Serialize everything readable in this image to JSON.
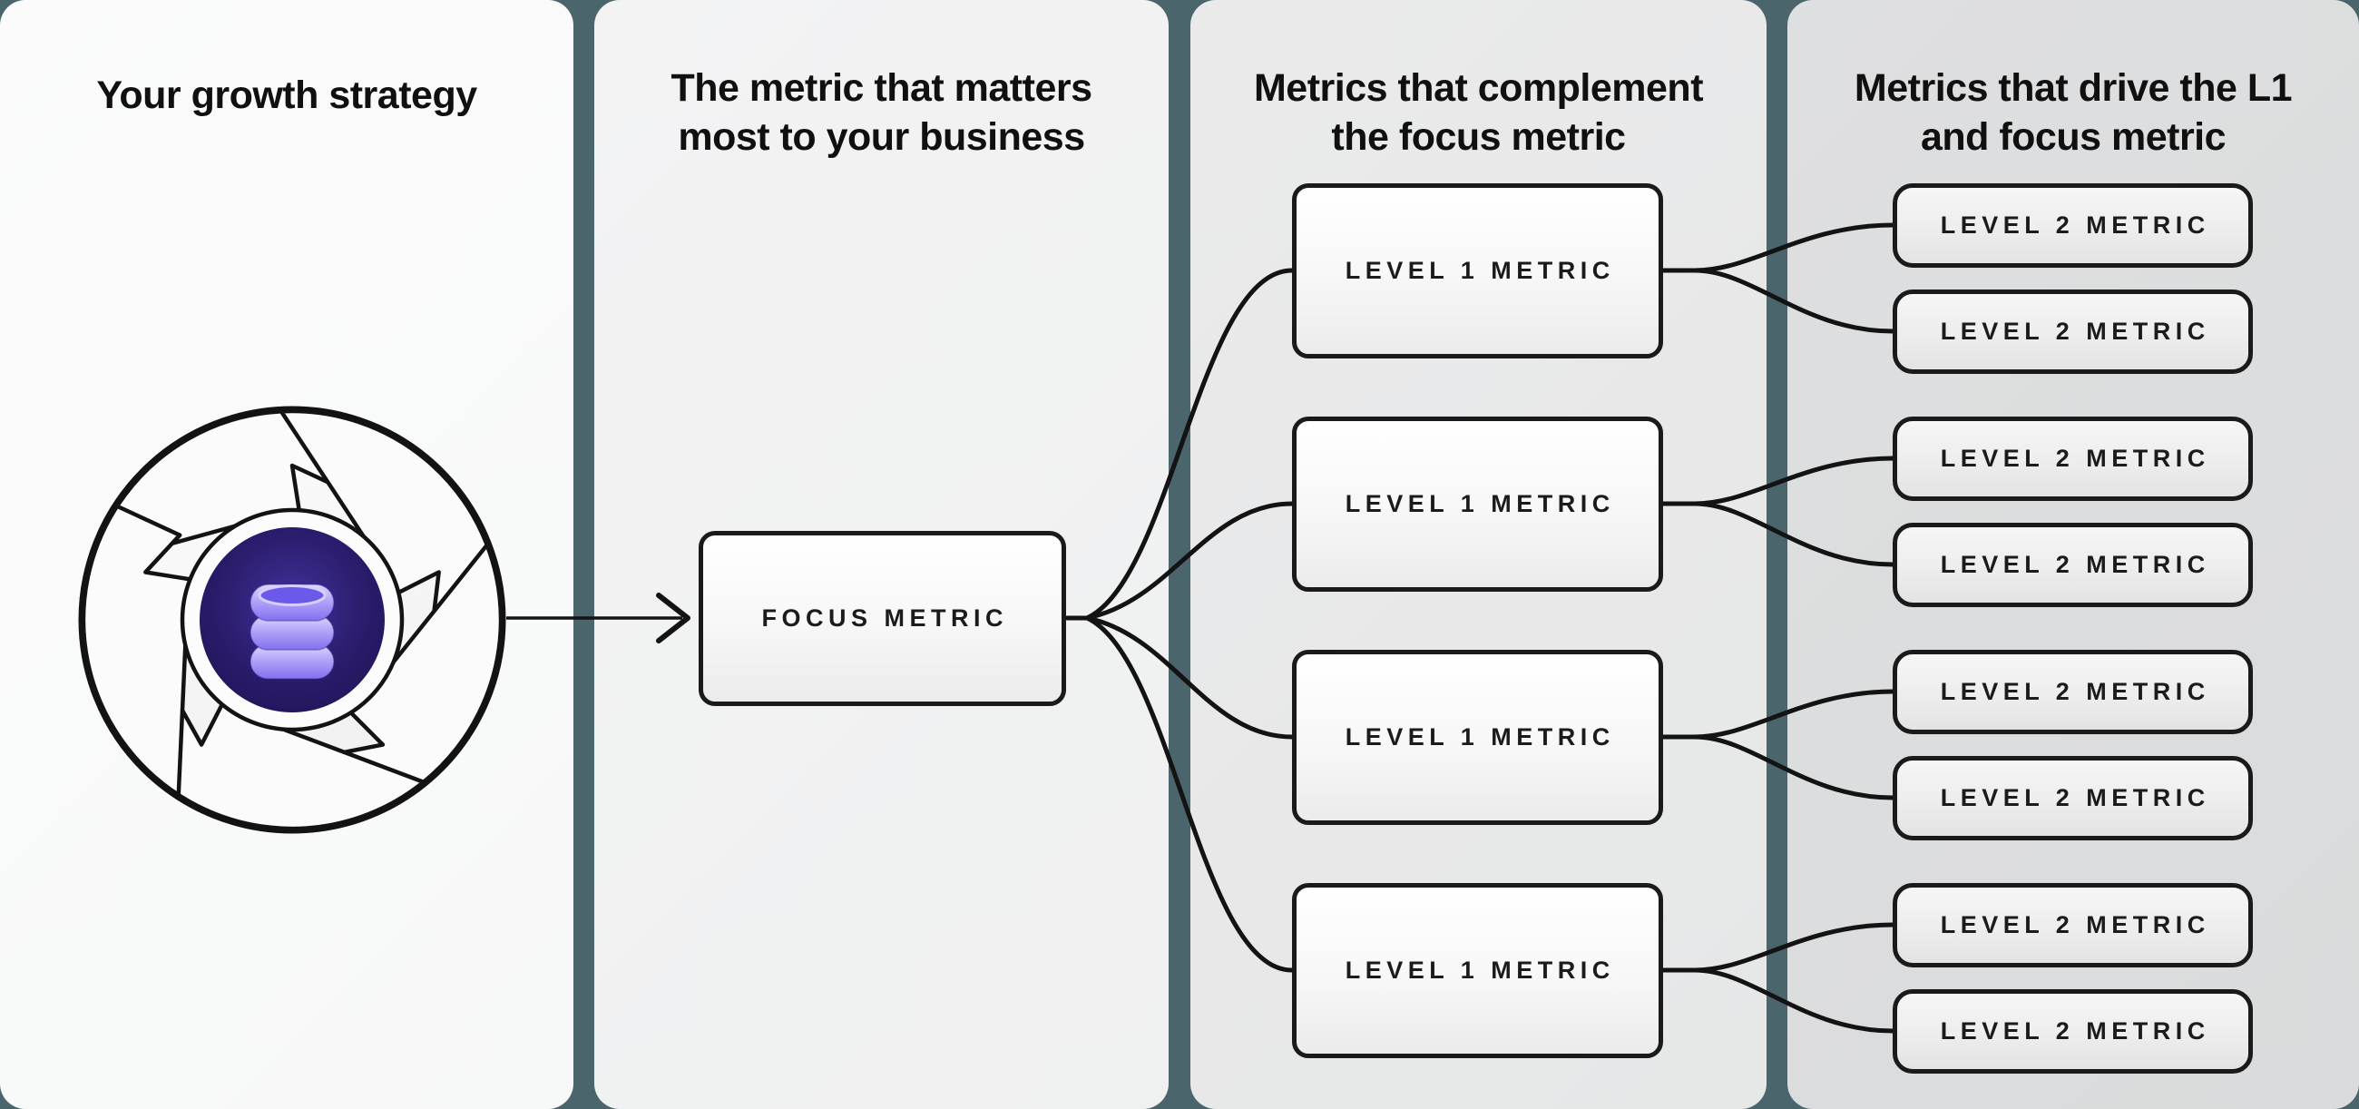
{
  "colors": {
    "background": "#4b656c",
    "panel_1": "#fafafa",
    "panel_2": "#f2f2f3",
    "panel_3": "#e9e9ea",
    "panel_4": "#dcddde",
    "line": "#131313",
    "box_border": "#1a1a1a",
    "db_disc_dark": "#2c1d6e",
    "db_icon_purple": "#8270f0"
  },
  "panels": [
    {
      "name": "growth-strategy",
      "title_lines": [
        "Your growth strategy"
      ],
      "icon": "flywheel-database-icon"
    },
    {
      "name": "focus-metric",
      "title_lines": [
        "The metric that matters",
        "most to your business"
      ],
      "box": {
        "label": "FOCUS METRIC"
      }
    },
    {
      "name": "level1-metrics",
      "title_lines": [
        "Metrics that complement",
        "the focus metric"
      ],
      "boxes": [
        {
          "label": "LEVEL 1 METRIC"
        },
        {
          "label": "LEVEL 1 METRIC"
        },
        {
          "label": "LEVEL 1 METRIC"
        },
        {
          "label": "LEVEL 1 METRIC"
        }
      ]
    },
    {
      "name": "level2-metrics",
      "title_lines": [
        "Metrics that drive the L1",
        "and focus metric"
      ],
      "boxes": [
        {
          "label": "LEVEL 2 METRIC"
        },
        {
          "label": "LEVEL 2 METRIC"
        },
        {
          "label": "LEVEL 2 METRIC"
        },
        {
          "label": "LEVEL 2 METRIC"
        },
        {
          "label": "LEVEL 2 METRIC"
        },
        {
          "label": "LEVEL 2 METRIC"
        },
        {
          "label": "LEVEL 2 METRIC"
        },
        {
          "label": "LEVEL 2 METRIC"
        }
      ]
    }
  ]
}
